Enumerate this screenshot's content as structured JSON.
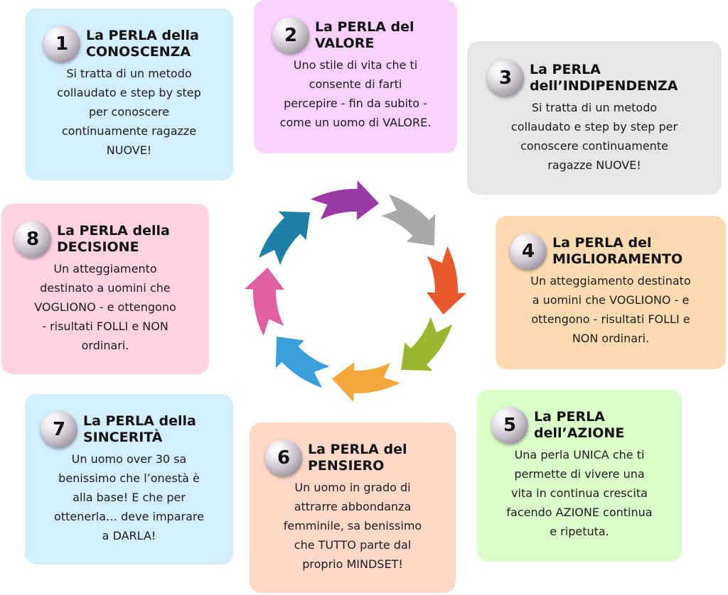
{
  "colors": {
    "card_1": "#d3efff",
    "card_2": "#fbd2ff",
    "card_3": "#e6e6e6",
    "card_4": "#fddbb1",
    "card_5": "#dbffca",
    "card_6": "#ffd8c8",
    "card_7": "#d3efff",
    "card_8": "#ffd3e3",
    "arrows": [
      "#9b3aa6",
      "#a9a9a9",
      "#e8582c",
      "#9bb72e",
      "#f5a73b",
      "#3aa0dc",
      "#e05fa0",
      "#1e7fa8"
    ]
  },
  "cards": [
    {
      "number": "1",
      "title": [
        "La PERLA della",
        "CONOSCENZA"
      ],
      "text": [
        "Si tratta di un metodo",
        "collaudato e step by step",
        "per conoscere",
        "continuamente ragazze",
        "NUOVE!"
      ]
    },
    {
      "number": "2",
      "title": [
        "La PERLA del",
        "VALORE"
      ],
      "text": [
        "Uno stile di vita che ti",
        "consente di farti",
        "percepire - fin da subito -",
        "come un uomo di VALORE."
      ]
    },
    {
      "number": "3",
      "title": [
        "La PERLA",
        "dell’INDIPENDENZA"
      ],
      "text": [
        "Si tratta di un metodo",
        "collaudato e step by step per",
        "conoscere continuamente",
        "ragazze NUOVE!"
      ]
    },
    {
      "number": "4",
      "title": [
        "La PERLA del",
        "MIGLIORAMENTO"
      ],
      "text": [
        "Un atteggiamento destinato",
        "a uomini che VOGLIONO - e",
        "ottengono - risultati FOLLI e",
        "NON ordinari."
      ]
    },
    {
      "number": "5",
      "title": [
        "La PERLA",
        "dell’AZIONE"
      ],
      "text": [
        "Una perla UNICA che ti",
        "permette di vivere una",
        "vita in continua crescita",
        "facendo AZIONE continua",
        "e ripetuta."
      ]
    },
    {
      "number": "6",
      "title": [
        "La PERLA del",
        "PENSIERO"
      ],
      "text": [
        "Un uomo in grado di",
        "attrarre abbondanza",
        "femminile, sa benissimo",
        "che TUTTO parte dal",
        "proprio MINDSET!"
      ]
    },
    {
      "number": "7",
      "title": [
        "La PERLA della",
        "SINCERITÀ"
      ],
      "text": [
        "Un uomo over 30 sa",
        "benissimo che l’onestà è",
        "alla base! E che per",
        "ottenerla… deve imparare",
        "a DARLA!"
      ]
    },
    {
      "number": "8",
      "title": [
        "La PERLA della",
        "DECISIONE"
      ],
      "text": [
        "Un atteggiamento",
        "destinato a uomini che",
        "VOGLIONO - e ottengono",
        "- risultati FOLLI e NON",
        "ordinari."
      ]
    }
  ]
}
